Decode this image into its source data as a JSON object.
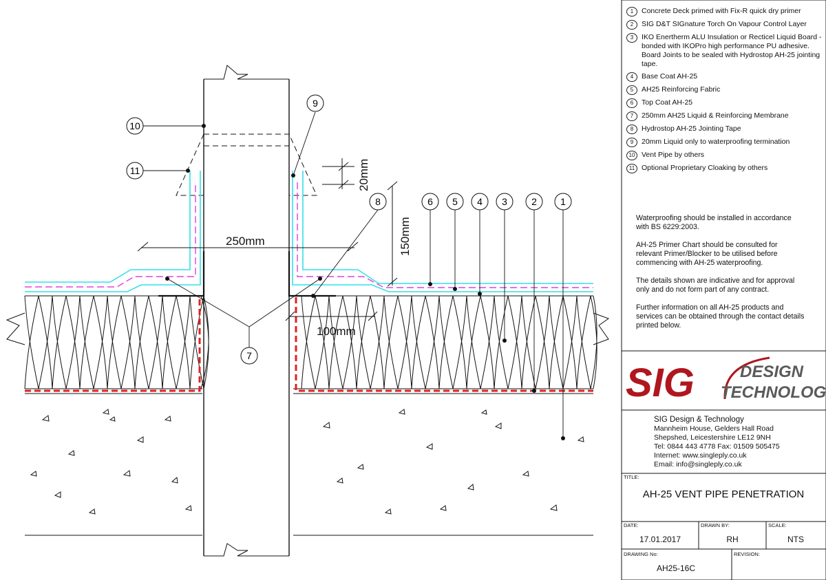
{
  "legend": [
    {
      "num": "1",
      "text": "Concrete Deck primed with Fix-R quick dry primer"
    },
    {
      "num": "2",
      "text": "SIG D&T SIGnature Torch On Vapour Control Layer"
    },
    {
      "num": "3",
      "text": "IKO Enertherm ALU Insulation or Recticel Liquid Board - bonded with IKOPro high performance PU adhesive. Board Joints to be sealed with Hydrostop AH-25 jointing tape."
    },
    {
      "num": "4",
      "text": "Base Coat AH-25"
    },
    {
      "num": "5",
      "text": "AH25 Reinforcing Fabric"
    },
    {
      "num": "6",
      "text": "Top Coat AH-25"
    },
    {
      "num": "7",
      "text": "250mm AH25 Liquid & Reinforcing Membrane"
    },
    {
      "num": "8",
      "text": "Hydrostop AH-25 Jointing Tape"
    },
    {
      "num": "9",
      "text": "20mm Liquid only to waterproofing termination"
    },
    {
      "num": "10",
      "text": "Vent Pipe by others"
    },
    {
      "num": "11",
      "text": "Optional Proprietary Cloaking by others"
    }
  ],
  "notes": [
    "Waterproofing should be installed in accordance with BS 6229:2003.",
    "AH-25 Primer Chart should be consulted for relevant Primer/Blocker to be utilised before commencing with AH-25 waterproofing.",
    "The details shown are indicative and for approval only and do not form part of any contract.",
    "Further information on all AH-25 products and services  can be obtained through the contact details printed below."
  ],
  "logo": {
    "mark": "SIG",
    "line1": "DESIGN",
    "line2": "TECHNOLOGY",
    "brand_red": "#b0161e",
    "brand_grey": "#5a5a5a"
  },
  "company": {
    "name": "SIG Design & Technology",
    "address1": "Mannheim House, Gelders Hall Road",
    "address2": "Shepshed, Leicestershire LE12 9NH",
    "tel": "Tel: 0844 443 4778 Fax: 01509 505475",
    "internet": "Internet: www.singleply.co.uk",
    "email": "Email: info@singleply.co.uk"
  },
  "titleblock": {
    "title_label": "TITLE:",
    "title": "AH-25 VENT PIPE PENETRATION",
    "date_label": "DATE:",
    "date": "17.01.2017",
    "drawn_label": "DRAWN BY:",
    "drawn": "RH",
    "scale_label": "SCALE:",
    "scale": "NTS",
    "drawing_no_label": "DRAWING No:",
    "drawing_no": "AH25-16C",
    "revision_label": "REVISION:"
  },
  "dims": {
    "d250": "250mm",
    "d150": "150mm",
    "d100": "100mm",
    "d20": "20mm"
  },
  "callouts": {
    "c1": "1",
    "c2": "2",
    "c3": "3",
    "c4": "4",
    "c5": "5",
    "c6": "6",
    "c7": "7",
    "c8": "8",
    "c9": "9",
    "c10": "10",
    "c11": "11"
  },
  "colors": {
    "membrane": "#33e0e8",
    "fabric": "#e040d8",
    "vcl": "#e02020",
    "line": "#111111"
  }
}
